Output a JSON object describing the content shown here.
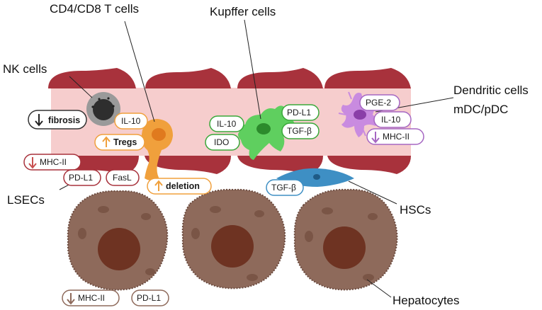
{
  "labels": {
    "cd4_cd8": "CD4/CD8 T cells",
    "kupffer": "Kupffer cells",
    "nk": "NK cells",
    "dendritic_1": "Dendritic cells",
    "dendritic_2": "mDC/pDC",
    "lsecs": "LSECs",
    "hscs": "HSCs",
    "hepatocytes": "Hepatocytes"
  },
  "pills": {
    "fibrosis": "fibrosis",
    "tcell_il10": "IL-10",
    "tregs": "Tregs",
    "deletion": "deletion",
    "fasl": "FasL",
    "lsec_mhc": "MHC-II",
    "lsec_pdl1": "PD-L1",
    "kupffer_il10": "IL-10",
    "kupffer_ido": "IDO",
    "kupffer_pdl1": "PD-L1",
    "kupffer_tgfb": "TGF-β",
    "dc_pge2": "PGE-2",
    "dc_il10": "IL-10",
    "dc_mhc": "MHC-II",
    "hsc_tgfb": "TGF-β",
    "hep_mhc": "MHC-II",
    "hep_pdl1": "PD-L1"
  },
  "colors": {
    "sinusoid": "#f6cdcd",
    "endothelial": "#a8323c",
    "hepatocyte": "#8e6a5b",
    "hepatocyte_nucleus": "#6e3322",
    "kupffer": "#5fcf5f",
    "tcell": "#f0a03c",
    "dendritic": "#c98be0",
    "hsc": "#3e8fc4",
    "nk": "#3a3a3a",
    "arrow_up": "#f0a03c",
    "arrow_down": "#c85050"
  }
}
